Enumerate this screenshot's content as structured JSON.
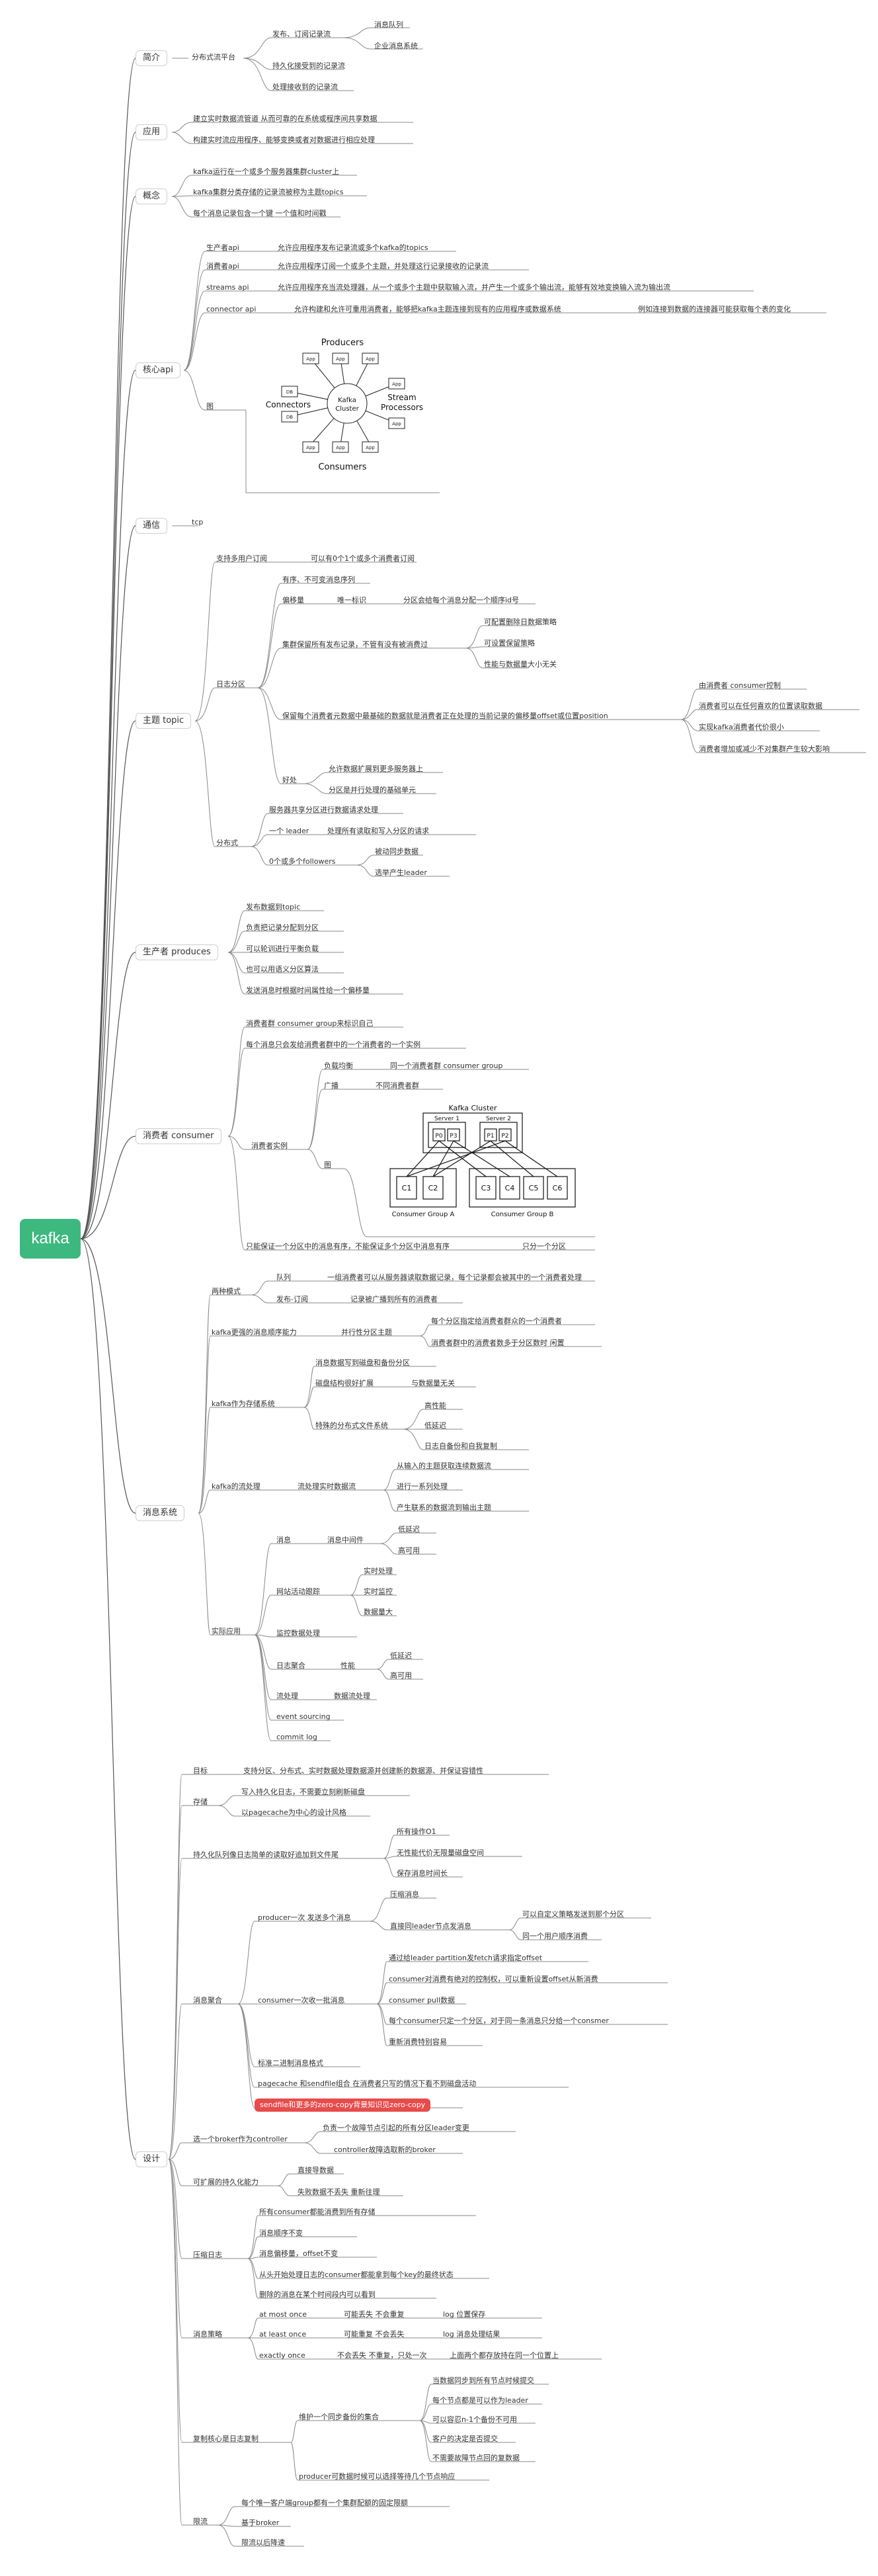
{
  "root": "kafka",
  "topics": {
    "intro": {
      "label": "简介",
      "platform": "分布式流平台",
      "pubsub": "发布、订阅记录流",
      "mq": "消息队列",
      "ems": "企业消息系统",
      "persist": "持久化接受到的记录流",
      "process": "处理接收到的记录流"
    },
    "apps": {
      "label": "应用",
      "a1": "建立实时数据流管道 从而可靠的在系统或程序间共享数据",
      "a2": "构建实时流应用程序、能够变换或者对数据进行相应处理"
    },
    "concepts": {
      "label": "概念",
      "c1": "kafka运行在一个或多个服务器集群cluster上",
      "c2": "kafka集群分类存储的记录流被称为主题topics",
      "c3": "每个消息记录包含一个键 一个值和时间戳"
    },
    "api": {
      "label": "核心api",
      "producer_api": "生产者api",
      "producer_desc": "允许应用程序发布记录流或多个kafka的topics",
      "consumer_api": "消费者api",
      "consumer_desc": "允许应用程序订阅一个或多个主题，并处理这行记录接收的记录流",
      "streams_api": "streams api",
      "streams_desc": "允许应用程序充当流处理器，从一个或多个主题中获取输入流，并产生一个或多个输出流，能够有效地变换输入流为输出流",
      "connector_api": "connector api",
      "connector_desc": "允许构建和允许可重用消费者，能够把kafka主题连接到现有的应用程序或数据系统",
      "connector_example": "例如连接到数据的连接器可能获取每个表的变化",
      "diagram_label": "图",
      "d_producers": "Producers",
      "d_consumers": "Consumers",
      "d_connectors": "Connectors",
      "d_stream": "Stream",
      "d_processors": "Processors",
      "d_kafka": "Kafka",
      "d_cluster": "Cluster",
      "d_app": "App",
      "d_db": "DB"
    },
    "comm": {
      "label": "通信",
      "tcp": "tcp"
    },
    "topic": {
      "label": "主题 topic",
      "multi_sub": "支持多用户订阅",
      "multi_sub_desc": "可以有0个1个或多个消费者订阅",
      "log_partition": "日志分区",
      "ordered": "有序、不可变消息序列",
      "offset": "偏移量",
      "unique_id": "唯一标识",
      "offset_desc": "分区会给每个消息分配一个顺序id号",
      "retention": "集群保留所有发布记录，不管有没有被消费过",
      "r1": "可配置删除日数据策略",
      "r2": "可设置保留策略",
      "r3": "性能与数据量大小无关",
      "metadata": "保留每个消费者元数据中最基础的数据就是消费者正在处理的当前记录的偏移量offset或位置position",
      "m1": "由消费者 consumer控制",
      "m2": "消费者可以在任何喜欢的位置读取数据",
      "m3": "实现kafka消费者代价很小",
      "m4": "消费者增加或减少不对集群产生较大影响",
      "benefit": "好处",
      "b1": "允许数据扩展到更多服务器上",
      "b2": "分区是并行处理的基础单元",
      "distributed": "分布式",
      "dist_desc": "服务器共享分区进行数据请求处理",
      "leader": "一个 leader",
      "leader_desc": "处理所有读取和写入分区的请求",
      "followers": "0个或多个followers",
      "f1": "被动同步数据",
      "f2": "选举产生leader"
    },
    "producer": {
      "label": "生产者 produces",
      "p1": "发布数据到topic",
      "p2": "负责把记录分配到分区",
      "p3": "可以轮训进行平衡负载",
      "p4": "也可以用语义分区算法",
      "p5": "发送消息时根据时间属性给一个偏移量"
    },
    "consumer": {
      "label": "消费者 consumer",
      "c1": "消费者群 consumer group来标识自己",
      "c2": "每个消息只会发给消费者群中的一个消费者的一个实例",
      "instance": "消费者实例",
      "lb": "负载均衡",
      "lb_desc": "同一个消费者群 consumer group",
      "bc": "广播",
      "bc_desc": "不同消费者群",
      "fig": "图",
      "order": "只能保证一个分区中的消息有序，不能保证多个分区中消息有序",
      "order_desc": "只分一个分区",
      "d_cluster": "Kafka Cluster",
      "d_server1": "Server 1",
      "d_server2": "Server 2",
      "d_group_a": "Consumer Group A",
      "d_group_b": "Consumer Group B",
      "d_partitions": [
        "P0",
        "P3",
        "P1",
        "P2"
      ],
      "d_consumers_a": [
        "C1",
        "C2"
      ],
      "d_consumers_b": [
        "C3",
        "C4",
        "C5",
        "C6"
      ]
    },
    "msg_system": {
      "label": "消息系统",
      "two_modes": "两种模式",
      "queue": "队列",
      "queue_desc": "一组消费者可以从服务器读取数据记录，每个记录都会被其中的一个消费者处理",
      "pubsub": "发布-订阅",
      "pubsub_desc": "记录被广播到所有的消费者",
      "stronger_order": "kafka更强的消息顺序能力",
      "parallel": "并行性分区主题",
      "po1": "每个分区指定给消费者群众的一个消费者",
      "po2": "消费者群中的消费者数多于分区数时 闲置",
      "storage": "kafka作为存储系统",
      "s1": "消息数据写到磁盘和备份分区",
      "s2": "磁盘结构很好扩展",
      "s2_desc": "与数据量无关",
      "s3": "特殊的分布式文件系统",
      "s3a": "高性能",
      "s3b": "低延迟",
      "s3c": "日志自备份和自我复制",
      "stream": "kafka的流处理",
      "stream_desc": "流处理实时数据流",
      "st1": "从输入的主题获取连续数据流",
      "st2": "进行一系列处理",
      "st3": "产生联系的数据流到输出主题",
      "practice": "实际应用",
      "msg": "消息",
      "msg_mid": "消息中间件",
      "mm1": "低延迟",
      "mm2": "高可用",
      "track": "网站活动跟踪",
      "t1": "实时处理",
      "t2": "实时监控",
      "t3": "数据量大",
      "monitor": "监控数据处理",
      "log": "日志聚合",
      "perf": "性能",
      "perf1": "低延迟",
      "perf2": "高可用",
      "stream_proc": "流处理",
      "stream_proc_desc": "数据流处理",
      "event": "event sourcing",
      "commit": "commit log"
    },
    "design": {
      "label": "设计",
      "goal": "目标",
      "goal_desc": "支持分区、分布式、实时数据处理数据源并创建新的数据源、并保证容错性",
      "store": "存储",
      "store1": "写入持久化日志，不需要立刻刷新磁盘",
      "store2": "以pagecache为中心的设计风格",
      "persist_q": "持久化队列像日志简单的读取好追加到文件尾",
      "pq1": "所有操作O1",
      "pq2": "无性能代价无限量磁盘空间",
      "pq3": "保存消息时间长",
      "efficiency": "消息聚合",
      "prod_batch": "producer一次 发送多个消息",
      "compress": "压缩消息",
      "direct": "直接同leader节点发消息",
      "dir1": "可以自定义策略发送到那个分区",
      "dir2": "同一个用户顺序消费",
      "cons_batch": "consumer一次收一批消息",
      "cb1": "通过给leader partition发fetch请求指定offset",
      "cb2": "consumer对消费有绝对的控制权，可以重新设置offset从新消费",
      "cb3": "consumer pull数据",
      "cb4": "每个consumer只定一个分区，对于同一条消息只分给一个consmer",
      "cb5": "重新消费特别容易",
      "binary": "标准二进制消息格式",
      "pagecache": "pagecache 和sendfile组合 在消费者只写的情况下看不到磁盘活动",
      "sendfile": "sendfile和更多的zero-copy背景知识见zero-copy",
      "broker_ctrl": "选一个broker作为controller",
      "bc1": "负责一个故障节点引起的所有分区leader变更",
      "bc2": "controller故障选取新的broker",
      "scalable": "可扩展的持久化能力",
      "sc1": "直接导数据",
      "sc2": "失败数据不丢失 重新往理",
      "compact": "压缩日志",
      "cp1": "所有consumer都能消费到所有存储",
      "cp2": "消息顺序不变",
      "cp3": "消息偏移量，offset不变",
      "cp4": "从头开始处理日志的consumer都能拿到每个key的最终状态",
      "cp5": "删除的消息在某个时间段内可以看到",
      "semantics": "消息策略",
      "at_most": "at most once",
      "at_most_d": "可能丢失 不会重复",
      "at_most_d2": "log 位置保存",
      "at_least": "at least once",
      "at_least_d": "可能重复 不会丢失",
      "at_least_d2": "log 消息处理结果",
      "exactly": "exactly once",
      "exactly_d": "不会丢失 不重复，只处一次",
      "exactly_d2": "上面两个都存放持在同一个位置上",
      "replica": "复制核心是日志复制",
      "rep_set": "维护一个同步备份的集合",
      "rs1": "当数据同步到所有节点时候提交",
      "rs2": "每个节点都是可以作为leader",
      "rs3": "可以容忍n-1个备份不可用",
      "rs4": "客户的决定是否提交",
      "rs5": "不需要故障节点回的复数据",
      "rs6": "producer可数据时候可以选择等待几个节点响应",
      "quota": "限流",
      "q1": "每个唯一客户端group都有一个集群配额的固定限额",
      "q2": "基于broker",
      "q3": "限流以后降速"
    }
  }
}
